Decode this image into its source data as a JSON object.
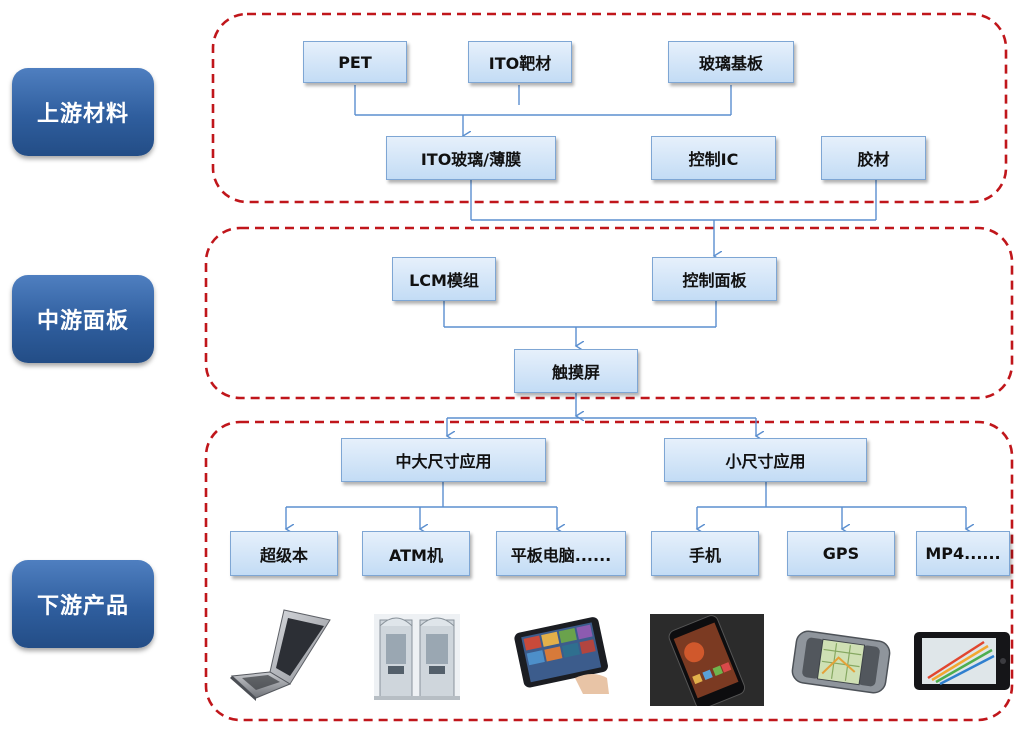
{
  "stages": {
    "upstream": "上游材料",
    "midstream": "中游面板",
    "downstream": "下游产品"
  },
  "upstream": {
    "pet": "PET",
    "ito_target": "ITO靶材",
    "glass_substrate": "玻璃基板",
    "ito_glass_film": "ITO玻璃/薄膜",
    "control_ic": "控制IC",
    "adhesive": "胶材"
  },
  "midstream": {
    "lcm_module": "LCM模组",
    "control_panel": "控制面板",
    "touch_screen": "触摸屏"
  },
  "downstream": {
    "large_medium": "中大尺寸应用",
    "small": "小尺寸应用",
    "ultrabook": "超级本",
    "atm": "ATM机",
    "tablet": "平板电脑......",
    "phone": "手机",
    "gps": "GPS",
    "mp4": "MP4......"
  },
  "colors": {
    "dashed_border": "#c0161b",
    "connector": "#5b8fcf",
    "stage_button": "#2f5e9e",
    "node_fill": "#cfe2f6"
  },
  "product_images": [
    "laptop",
    "atm-booth",
    "tablet",
    "smartphone",
    "gps-device",
    "mp4-player"
  ]
}
